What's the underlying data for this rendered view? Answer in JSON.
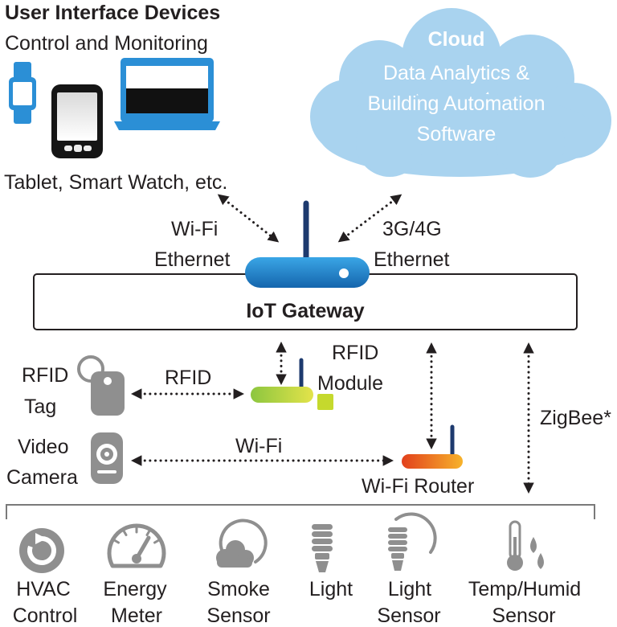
{
  "ui_devices": {
    "title": "User Interface Devices",
    "subtitle": "Control and Monitoring",
    "caption": "Tablet, Smart Watch, etc.",
    "icons": [
      "smart-watch-icon",
      "tablet-icon",
      "laptop-icon"
    ]
  },
  "cloud": {
    "title": "Cloud",
    "lines": [
      "Data Analytics &",
      "Building Automation",
      "Software"
    ]
  },
  "gateway": {
    "label": "IoT Gateway",
    "left_links": [
      "Wi-Fi",
      "Ethernet"
    ],
    "right_links": [
      "3G/4G",
      "Ethernet"
    ]
  },
  "rfid_module": {
    "lines": [
      "RFID",
      "Module"
    ]
  },
  "rfid_tag": {
    "lines": [
      "RFID",
      "Tag"
    ],
    "link": "RFID"
  },
  "video_camera": {
    "lines": [
      "Video",
      "Camera"
    ],
    "link": "Wi-Fi"
  },
  "wifi_router": {
    "label": "Wi-Fi Router"
  },
  "zigbee": {
    "label": "ZigBee*"
  },
  "devices": [
    {
      "lines": [
        "HVAC",
        "Control"
      ],
      "icon": "hvac-control-icon"
    },
    {
      "lines": [
        "Energy",
        "Meter"
      ],
      "icon": "energy-meter-icon"
    },
    {
      "lines": [
        "Smoke",
        "Sensor"
      ],
      "icon": "smoke-sensor-icon"
    },
    {
      "lines": [
        "Light"
      ],
      "icon": "light-bulb-icon"
    },
    {
      "lines": [
        "Light",
        "Sensor"
      ],
      "icon": "light-sensor-icon"
    },
    {
      "lines": [
        "Temp/Humid",
        "Sensor"
      ],
      "icon": "temp-humid-sensor-icon"
    }
  ],
  "colors": {
    "text": "#231f20",
    "device_blue": "#2b8fd6",
    "cloud": "#a9d3ef",
    "gateway_router": "#1f7cc6",
    "antenna": "#1d3a6e",
    "rfid_module": "#b8d432",
    "wifi_router": "#ee6a1c",
    "icon_gray": "#8f8f8f"
  }
}
